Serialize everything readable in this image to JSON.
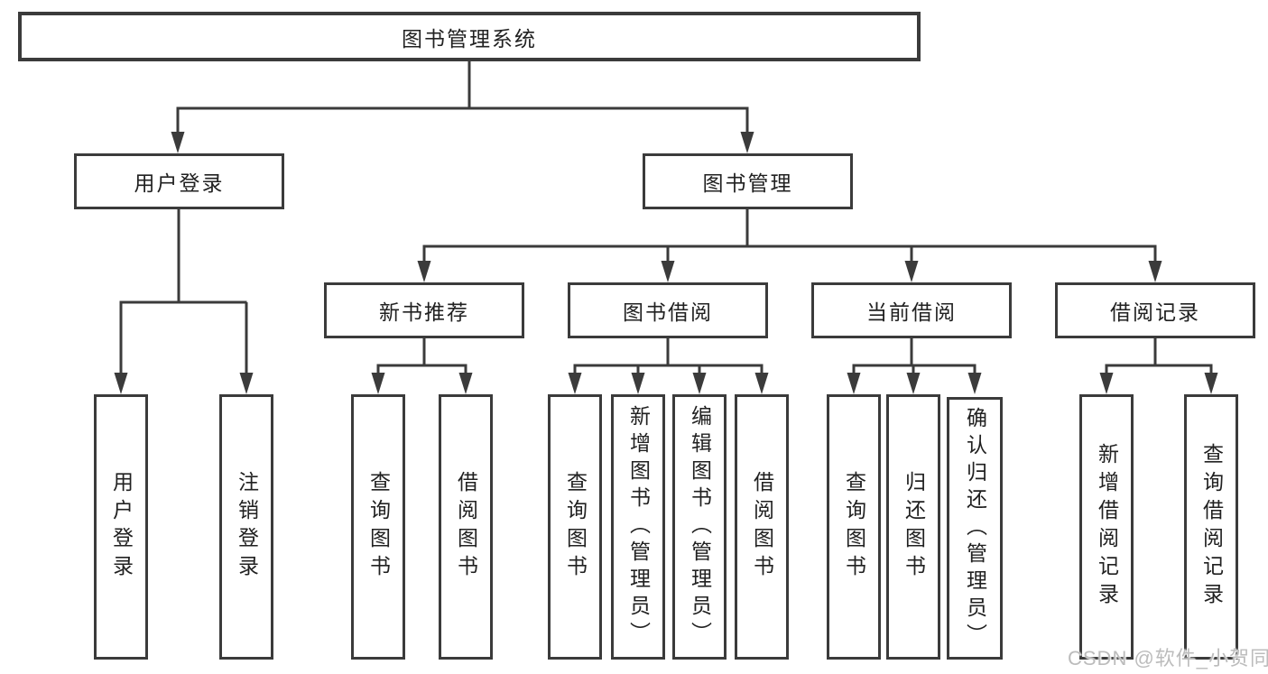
{
  "diagram_type": "feature-tree",
  "colors": {
    "line": "#3b3b3b",
    "text": "#212121",
    "background": "#ffffff",
    "watermark": "#bcbcbc"
  },
  "tree": {
    "label": "图书管理系统",
    "children": [
      {
        "label": "用户登录",
        "children": [
          {
            "label": "用户登录"
          },
          {
            "label": "注销登录"
          }
        ]
      },
      {
        "label": "图书管理",
        "children": [
          {
            "label": "新书推荐",
            "children": [
              {
                "label": "查询图书"
              },
              {
                "label": "借阅图书"
              }
            ]
          },
          {
            "label": "图书借阅",
            "children": [
              {
                "label": "查询图书"
              },
              {
                "label": "新增图书（管理员）"
              },
              {
                "label": "编辑图书（管理员）"
              },
              {
                "label": "借阅图书"
              }
            ]
          },
          {
            "label": "当前借阅",
            "children": [
              {
                "label": "查询图书"
              },
              {
                "label": "归还图书"
              },
              {
                "label": "确认归还（管理员）"
              }
            ]
          },
          {
            "label": "借阅记录",
            "children": [
              {
                "label": "新增借阅记录"
              },
              {
                "label": "查询借阅记录"
              }
            ]
          }
        ]
      }
    ]
  },
  "watermark": {
    "text": "CSDN @软件_小贺同学"
  }
}
